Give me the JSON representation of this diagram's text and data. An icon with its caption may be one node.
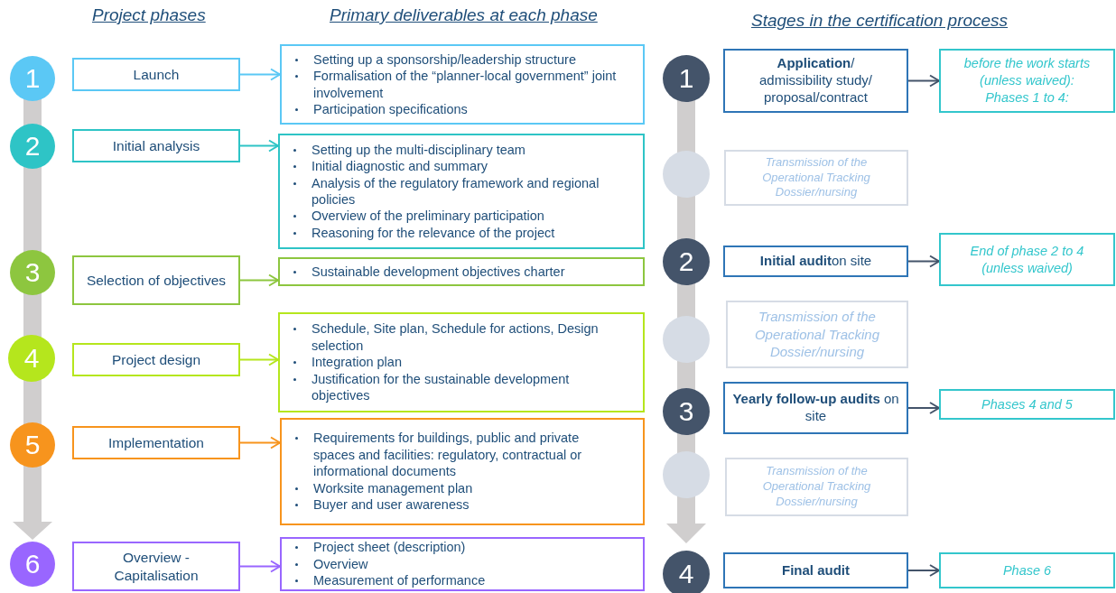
{
  "diagram": {
    "nodes": [
      {
        "text": [
          "1"
        ]
      },
      {
        "text": [
          "Launch"
        ]
      },
      {
        "text": [
          "Setting up a sponsorship/leadership structure",
          "Formalisation of the “planner-local government” joint involvement",
          "Participation specifications"
        ]
      },
      {
        "text": [
          "2"
        ]
      },
      {
        "text": [
          "Initial analysis"
        ]
      },
      {
        "text": [
          "Setting up the multi-disciplinary team",
          "Initial diagnostic and summary",
          "Analysis of the regulatory framework and regional policies",
          "Overview of the preliminary participation",
          "Reasoning for the relevance of the project"
        ]
      },
      {
        "text": [
          "3"
        ]
      },
      {
        "text": [
          "Selection of objectives"
        ]
      },
      {
        "text": [
          "Sustainable development objectives charter"
        ]
      },
      {
        "text": [
          "4"
        ]
      },
      {
        "text": [
          "Project design"
        ]
      },
      {
        "text": [
          "Schedule, Site plan, Schedule for actions, Design selection",
          "Integration plan",
          "Justification for the sustainable development objectives"
        ]
      },
      {
        "text": [
          "5"
        ]
      },
      {
        "text": [
          "Implementation"
        ]
      },
      {
        "text": [
          "Requirements for buildings, public and private spaces and facilities: regulatory, contractual or informational documents",
          "Worksite management plan",
          "Buyer and user awareness"
        ]
      },
      {
        "text": [
          "6"
        ]
      },
      {
        "text": [
          "Overview - Capitalisation"
        ]
      },
      {
        "text": [
          "Project sheet (description)",
          "Overview",
          "Measurement of performance"
        ]
      },
      {
        "text": [
          "1"
        ]
      },
      {
        "text": [
          "**Application**/ admissibility study/ proposal/contract"
        ]
      },
      {
        "text": [
          "before the work starts (unless waived): Phases 1 to 4:"
        ]
      },
      {
        "text": [],
        "shape": "circle"
      },
      {
        "text": [
          "Transmission of the Operational Tracking Dossier/nursing"
        ]
      },
      {
        "text": [
          "2"
        ]
      },
      {
        "text": [
          "**Initial audit**on site"
        ]
      },
      {
        "text": [
          "End of phase 2 to 4 (unless waived)"
        ]
      },
      {
        "text": [],
        "shape": "circle"
      },
      {
        "text": [
          "Transmission of the Operational Tracking Dossier/nursing"
        ]
      },
      {
        "text": [
          "3"
        ]
      },
      {
        "text": [
          "**Yearly follow-up audits** on site"
        ]
      },
      {
        "text": [
          "Phases 4 and 5"
        ]
      },
      {
        "text": [],
        "shape": "circle"
      },
      {
        "text": [
          "Transmission of the Operational Tracking Dossier/nursing"
        ]
      },
      {
        "text": [
          "4"
        ]
      },
      {
        "text": [
          "Final audit"
        ]
      },
      {
        "text": [
          "Phase 6"
        ]
      }
    ],
    "edges": [
      {
        "from": 1,
        "to": 2,
        "arrow": "to",
        "color": "#5bc8f5"
      },
      {
        "from": 4,
        "to": 5,
        "arrow": "to",
        "color": "#2ec4c6"
      },
      {
        "from": 7,
        "to": 8,
        "arrow": "to",
        "color": "#8dc63f"
      },
      {
        "from": 10,
        "to": 11,
        "arrow": "to",
        "color": "#b5e61d"
      },
      {
        "from": 13,
        "to": 14,
        "arrow": "to",
        "color": "#f7941d"
      },
      {
        "from": 16,
        "to": 17,
        "arrow": "to",
        "color": "#9966ff"
      },
      {
        "from": 19,
        "to": 20,
        "arrow": "to"
      },
      {
        "from": 24,
        "to": 25,
        "arrow": "to"
      },
      {
        "from": 29,
        "to": 30,
        "arrow": "to"
      },
      {
        "from": 34,
        "to": 35,
        "arrow": "to"
      }
    ],
    "labels": [
      "Project phases",
      "Primary deliverables at each phase",
      "Stages in the certification process"
    ]
  }
}
